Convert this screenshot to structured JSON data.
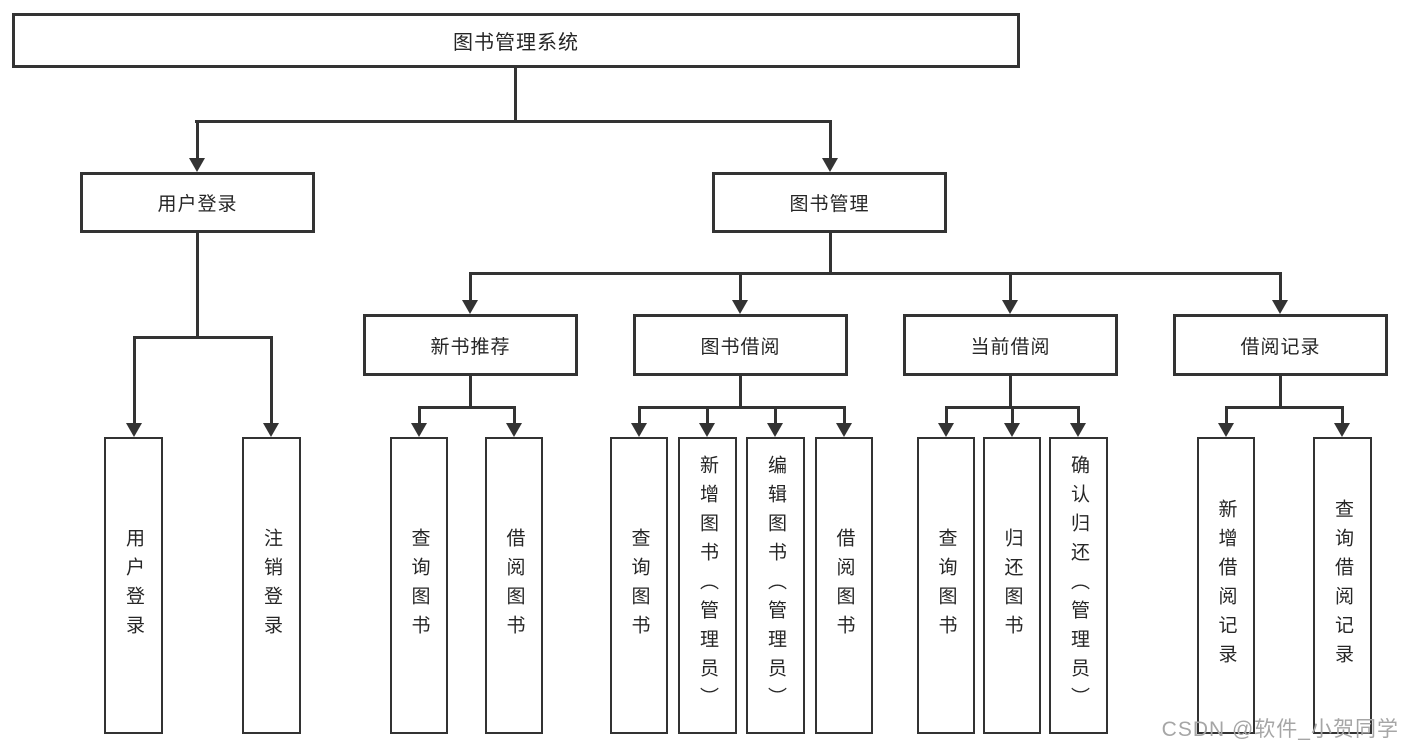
{
  "colors": {
    "background": "#ffffff",
    "line": "#333333",
    "box_border": "#333333",
    "text": "#262626",
    "watermark": "#a6a6a6"
  },
  "tree": {
    "label": "图书管理系统",
    "children": [
      {
        "label": "用户登录",
        "children": [
          {
            "label": "用户登录"
          },
          {
            "label": "注销登录"
          }
        ]
      },
      {
        "label": "图书管理",
        "children": [
          {
            "label": "新书推荐",
            "children": [
              {
                "label": "查询图书"
              },
              {
                "label": "借阅图书"
              }
            ]
          },
          {
            "label": "图书借阅",
            "children": [
              {
                "label": "查询图书"
              },
              {
                "label": "新增图书（管理员）"
              },
              {
                "label": "编辑图书（管理员）"
              },
              {
                "label": "借阅图书"
              }
            ]
          },
          {
            "label": "当前借阅",
            "children": [
              {
                "label": "查询图书"
              },
              {
                "label": "归还图书"
              },
              {
                "label": "确认归还（管理员）"
              }
            ]
          },
          {
            "label": "借阅记录",
            "children": [
              {
                "label": "新增借阅记录"
              },
              {
                "label": "查询借阅记录"
              }
            ]
          }
        ]
      }
    ]
  },
  "watermark": {
    "text": "CSDN @软件_小贺同学"
  }
}
